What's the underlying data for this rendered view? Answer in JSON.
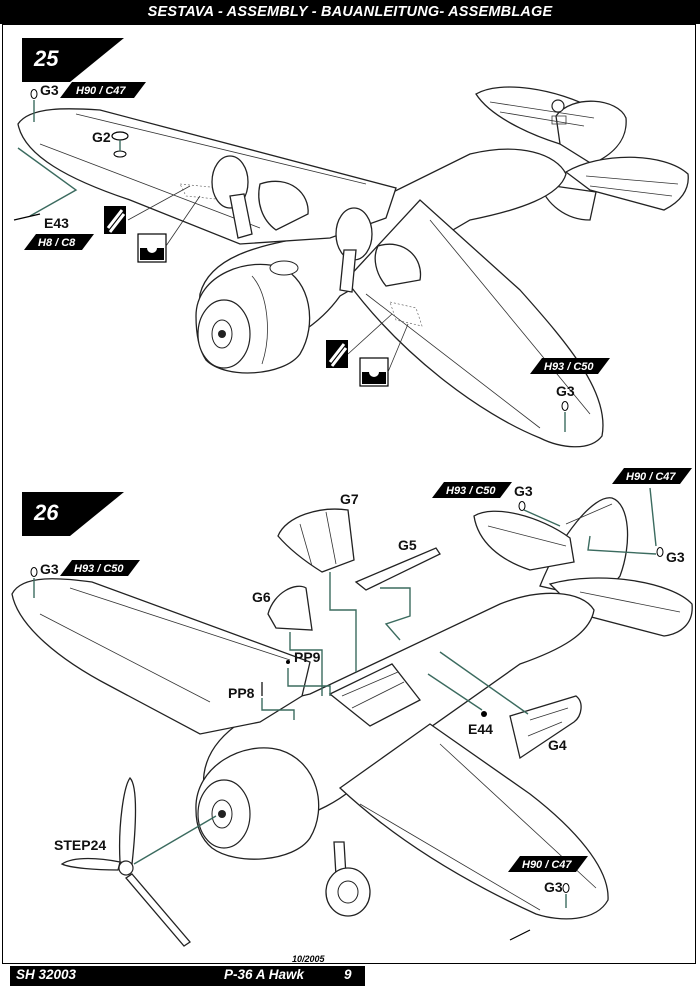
{
  "header": {
    "title": "SESTAVA -  ASSEMBLY - BAUANLEITUNG- ASSEMBLAGE"
  },
  "step25": {
    "number": "25",
    "labels": {
      "g3_left": "G3",
      "g2": "G2",
      "e43": "E43",
      "g3_right": "G3"
    },
    "tags": {
      "paint_left": "H90 / C47",
      "paint_e43": "H8 / C8",
      "paint_right": "H93 / C50"
    }
  },
  "step26": {
    "number": "26",
    "labels": {
      "g3_left": "G3",
      "g7": "G7",
      "g5": "G5",
      "g6": "G6",
      "pp9": "PP9",
      "pp8": "PP8",
      "e44": "E44",
      "g4": "G4",
      "step24": "STEP24",
      "g3_top": "G3",
      "g3_tailright": "G3",
      "g3_bottom": "G3"
    },
    "tags": {
      "paint_left": "H93 / C50",
      "paint_top": "H93 / C50",
      "paint_tail": "H90 / C47",
      "paint_bottom": "H90 / C47"
    }
  },
  "footer": {
    "kit_code": "SH 32003",
    "model": "P-36 A Hawk",
    "page": "9",
    "date": "10/2005"
  },
  "colors": {
    "callout_line": "#3b6b5f",
    "ink": "#000000",
    "paper": "#ffffff"
  },
  "icons": [
    "drill-hole-icon",
    "cut-off-icon",
    "plane-outline"
  ]
}
